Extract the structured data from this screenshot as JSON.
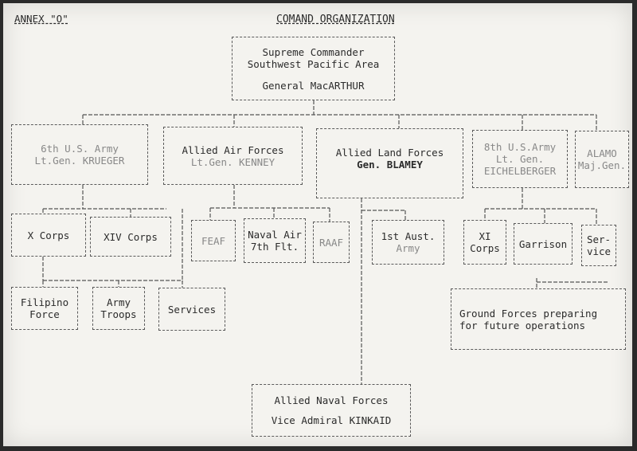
{
  "annex_label": "ANNEX \"O\"",
  "title": "COMAND ORGANIZATION",
  "supreme": {
    "line1": "Supreme Commander",
    "line2": "Southwest Pacific Area",
    "line3": "General MacARTHUR"
  },
  "sixth_army": {
    "line1": "6th U.S. Army",
    "line2": "Lt.Gen. KRUEGER"
  },
  "allied_air": {
    "line1": "Allied Air Forces",
    "line2": "Lt.Gen. KENNEY"
  },
  "allied_land": {
    "line1": "Allied Land Forces",
    "line2": "Gen. BLAMEY"
  },
  "eighth_army": {
    "line1": "8th U.S.Army",
    "line2": "Lt. Gen.",
    "line3": "EICHELBERGER"
  },
  "far_right": {
    "line1": "ALAMO",
    "line2": "Maj.Gen."
  },
  "x_corps": "X Corps",
  "xiv_corps": "XIV Corps",
  "feaf": "FEAF",
  "naval_air": {
    "line1": "Naval Air",
    "line2": "7th Flt."
  },
  "raaf": "RAAF",
  "first_aust": {
    "line1": "1st Aust.",
    "line2": "Army"
  },
  "xi_corps": {
    "line1": "XI",
    "line2": "Corps"
  },
  "garrison": "Garrison",
  "service_right": {
    "line1": "Ser-",
    "line2": "vice"
  },
  "filipino": {
    "line1": "Filipino",
    "line2": "Force"
  },
  "army_troops": {
    "line1": "Army",
    "line2": "Troops"
  },
  "services_left": "Services",
  "ground_forces": {
    "line1": "Ground Forces preparing",
    "line2": "for future operations"
  },
  "naval": {
    "line1": "Allied Naval Forces",
    "line2": "Vice Admiral KINKAID"
  }
}
